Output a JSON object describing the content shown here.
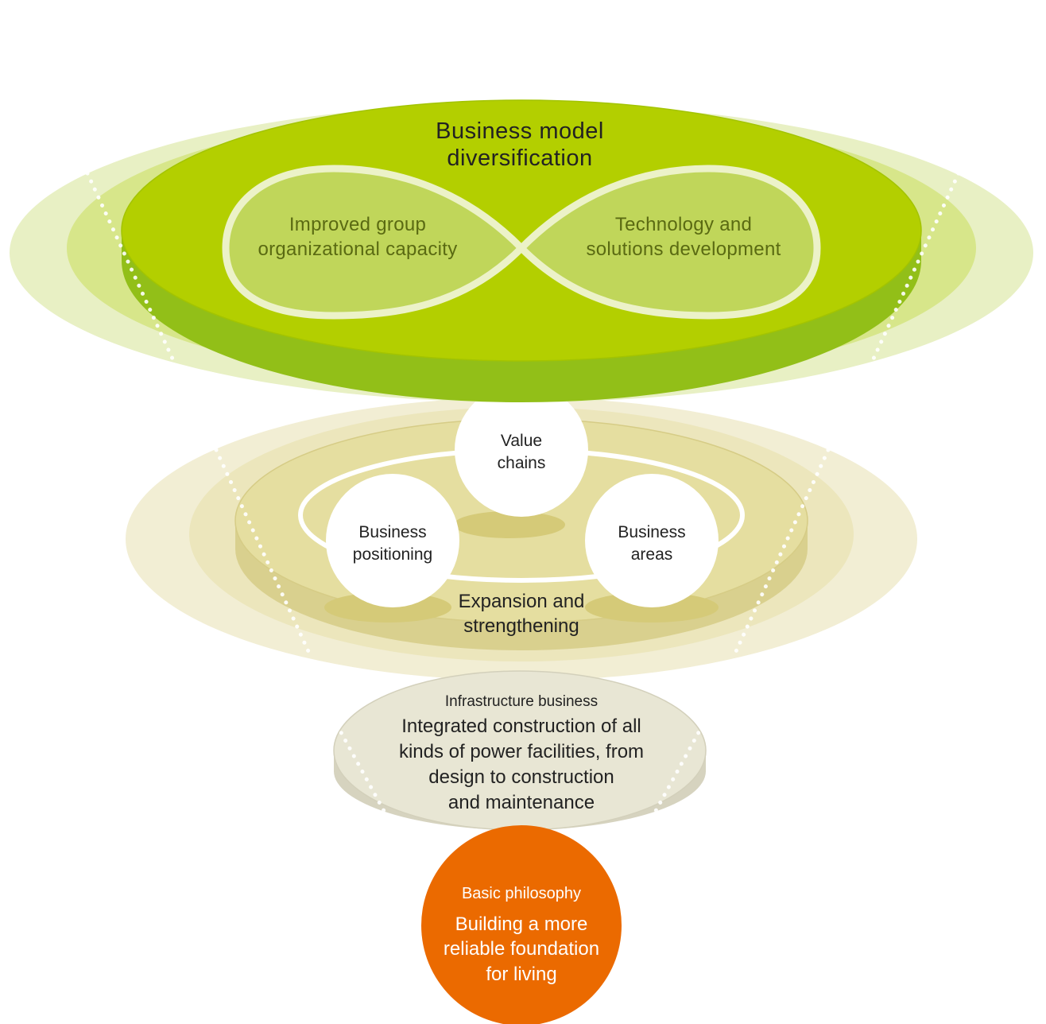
{
  "top": {
    "title_line1": "Business model",
    "title_line2": "diversification",
    "left_loop_line1": "Improved group",
    "left_loop_line2": "organizational capacity",
    "right_loop_line1": "Technology and",
    "right_loop_line2": "solutions development"
  },
  "middle": {
    "value_chains_line1": "Value",
    "value_chains_line2": "chains",
    "positioning_line1": "Business",
    "positioning_line2": "positioning",
    "areas_line1": "Business",
    "areas_line2": "areas",
    "title_line1": "Expansion and",
    "title_line2": "strengthening"
  },
  "infrastructure": {
    "heading": "Infrastructure business",
    "line1": "Integrated construction of all",
    "line2": "kinds of power facilities, from",
    "line3": "design to construction",
    "line4": "and maintenance"
  },
  "philosophy": {
    "heading": "Basic philosophy",
    "line1": "Building a more",
    "line2": "reliable foundation",
    "line3": "for living"
  },
  "colors": {
    "top_green": "#b3cf00",
    "top_green_side": "#92bf18",
    "top_halo": "#e6efbf",
    "mid_disc": "#e5dea0",
    "mid_halo": "#f1ecd0",
    "infra_disc": "#e8e6d4",
    "philosophy_orange": "#eb6a00"
  }
}
